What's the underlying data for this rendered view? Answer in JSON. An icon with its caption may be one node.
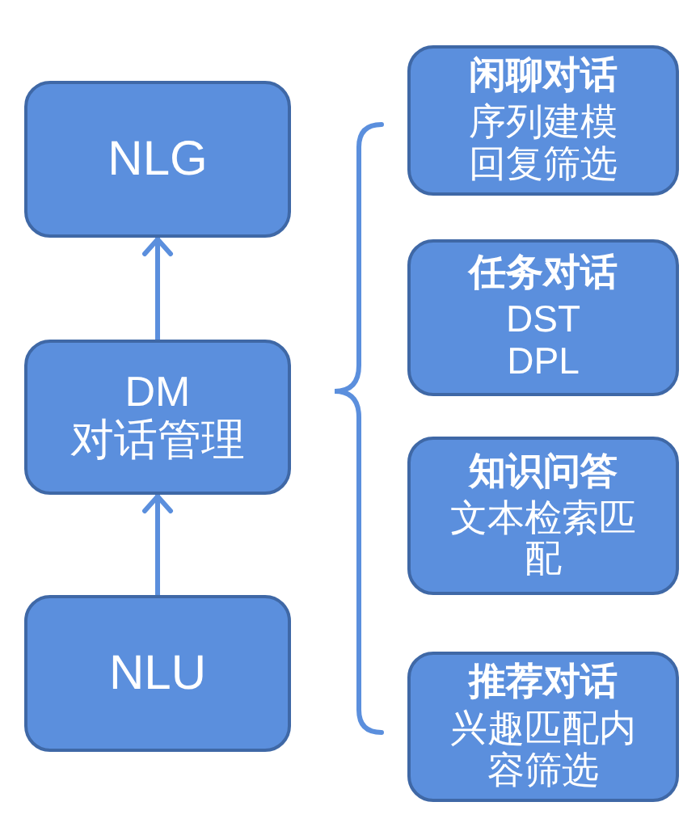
{
  "diagram": {
    "nodes": [
      {
        "text": [
          "NLG"
        ]
      },
      {
        "text": [
          "DM",
          "对话管理"
        ]
      },
      {
        "text": [
          "NLU"
        ]
      },
      {
        "text": [
          "闲聊对话",
          "序列建模",
          "回复筛选"
        ]
      },
      {
        "text": [
          "任务对话",
          "DST",
          "DPL"
        ]
      },
      {
        "text": [
          "知识问答",
          "文本检索匹配"
        ]
      },
      {
        "text": [
          "推荐对话",
          "兴趣匹配内容筛选"
        ]
      }
    ],
    "edges": [
      {
        "from": 1,
        "to": 0,
        "arrow": "to"
      },
      {
        "from": 2,
        "to": 1,
        "arrow": "to"
      }
    ]
  }
}
